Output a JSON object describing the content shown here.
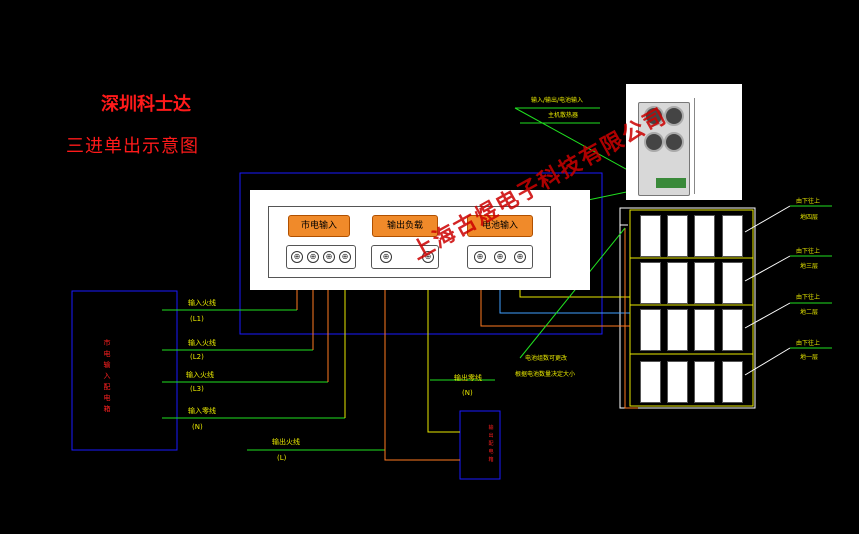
{
  "titles": {
    "company": "深圳科士达",
    "diagram": "三进单出示意图"
  },
  "panel_buttons": {
    "mains_input": "市电输入",
    "output": "输出负载",
    "battery_input": "电池输入"
  },
  "input_lines": {
    "l1_label": "输入火线",
    "l1_code": "(L1)",
    "l2_label": "输入火线",
    "l2_code": "(L2)",
    "l3_label": "输入火线",
    "l3_code": "(L3)",
    "n_label": "输入零线",
    "n_code": "(N)"
  },
  "output_lines": {
    "live_label": "输出火线",
    "live_code": "(L)",
    "neutral_label": "输出零线",
    "neutral_code": "(N)"
  },
  "boxes": {
    "input_cabinet": "市电输入配电箱",
    "output_cabinet": "输出配电箱"
  },
  "battery_note": {
    "line1": "电池组数可更改",
    "line2": "根据电池数量决定大小"
  },
  "battery_layers": {
    "layer4_a": "由下往上",
    "layer4_b": "地四层",
    "layer3_a": "由下往上",
    "layer3_b": "地三层",
    "layer2_a": "由下往上",
    "layer2_b": "地二层",
    "layer1_a": "由下往上",
    "layer1_b": "地一层"
  },
  "photo_callouts": {
    "ports": "输入/输出/电池输入",
    "fan": "主机散热器"
  },
  "watermark": "上海古煜电子科技有限公司",
  "colors": {
    "background": "#000000",
    "title_red": "#ff1a1a",
    "frame_blue": "#1a1aff",
    "wire_green": "#20e020",
    "wire_orange": "#ff7a20",
    "wire_yellow": "#e8e800",
    "wire_cyan": "#40a0ff",
    "terminal_orange": "#f08a2a"
  },
  "icons": {
    "terminal": "screw-terminal-icon",
    "battery": "battery-icon"
  }
}
